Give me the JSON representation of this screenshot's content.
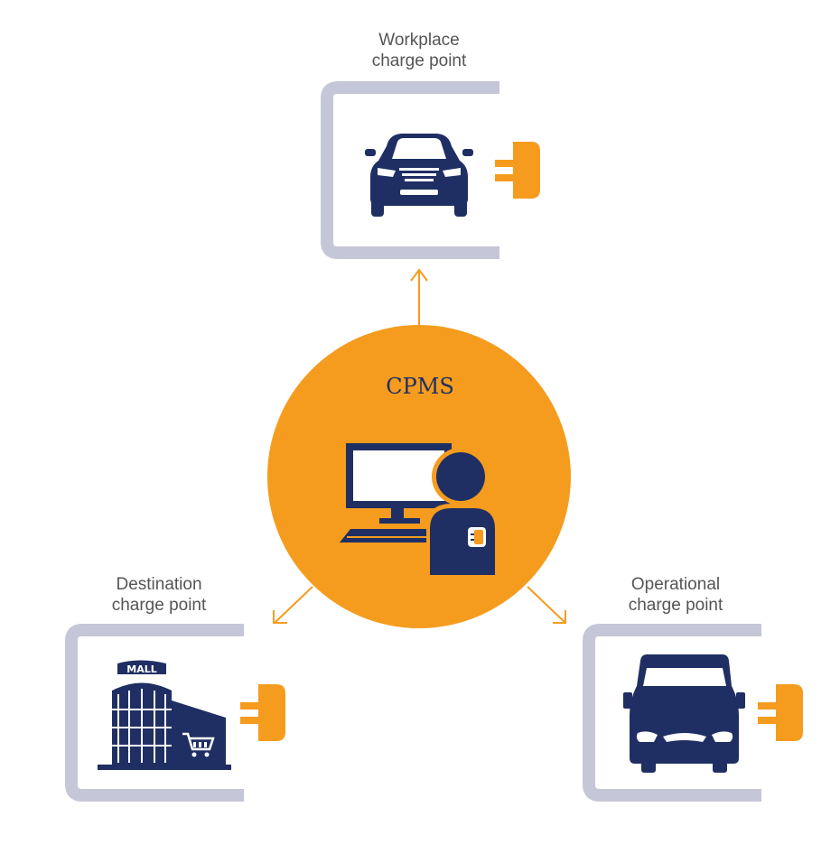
{
  "colors": {
    "orange": "#f59c1e",
    "navy": "#1f2f63",
    "frame": "#c5c6d7",
    "label": "#555555"
  },
  "center": {
    "title": "CPMS",
    "icon": "operator-computer-icon"
  },
  "nodes": [
    {
      "id": "workplace",
      "line1": "Workplace",
      "line2": "charge point",
      "icon": "car-icon",
      "plug_icon": "plug-icon"
    },
    {
      "id": "destination",
      "line1": "Destination",
      "line2": "charge point",
      "icon": "mall-icon",
      "plug_icon": "plug-icon",
      "sign_text": "MALL"
    },
    {
      "id": "operational",
      "line1": "Operational",
      "line2": "charge point",
      "icon": "van-icon",
      "plug_icon": "plug-icon"
    }
  ]
}
